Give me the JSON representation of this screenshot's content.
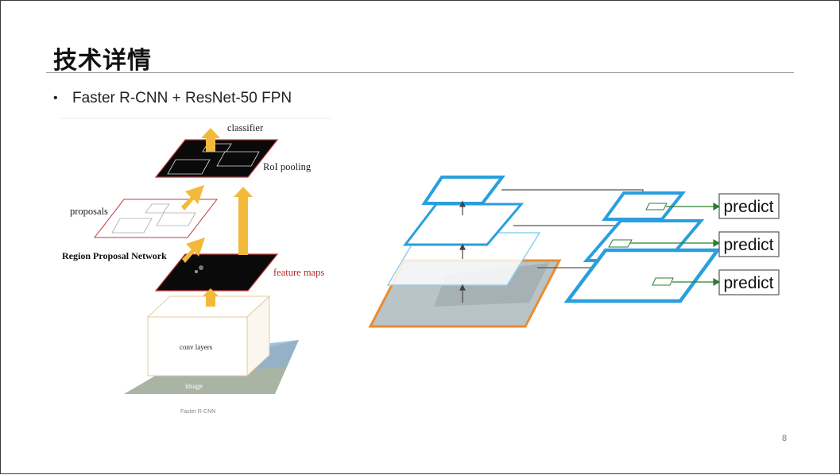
{
  "slide": {
    "title": "技术详情",
    "bullet": "Faster R-CNN + ResNet-50 FPN",
    "page_number": "8"
  },
  "left_figure": {
    "classifier": "classifier",
    "roi_pooling": "RoI pooling",
    "proposals": "proposals",
    "rpn": "Region Proposal Network",
    "feature_maps": "feature maps",
    "conv_layers": "conv layers",
    "image": "image",
    "caption": "Faster R-CNN",
    "colors": {
      "arrow": "#f2b93b",
      "proposal_border": "#c0393b",
      "feature_text": "#b52a2a"
    }
  },
  "right_figure": {
    "predict_labels": [
      "predict",
      "predict",
      "predict"
    ],
    "colors": {
      "pyramid_blue": "#2a9fde",
      "light_blue": "#8fd0f0",
      "orange": "#ee8a2f",
      "green_arrow": "#2e7d32"
    }
  }
}
